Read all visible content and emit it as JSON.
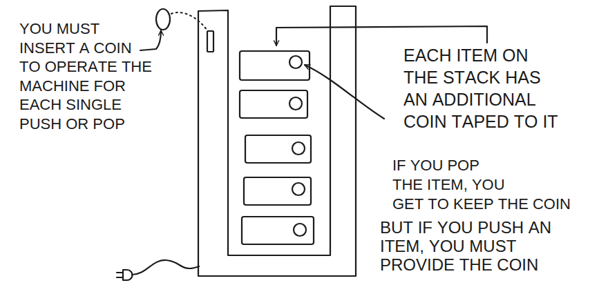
{
  "diagram": {
    "labels": [
      "YOU MUST INSERT A COIN TO OPERATE THE MACHINE FOR EACH SINGLE PUSH OR POP",
      "EACH ITEM ON THE STACK HAS AN ADDITIONAL COIN TAPED TO IT",
      "IF YOU POP THE ITEM, YOU GET TO KEEP THE COIN",
      "BUT IF YOU PUSH AN ITEM, YOU MUST PROVIDE THE COIN"
    ]
  }
}
